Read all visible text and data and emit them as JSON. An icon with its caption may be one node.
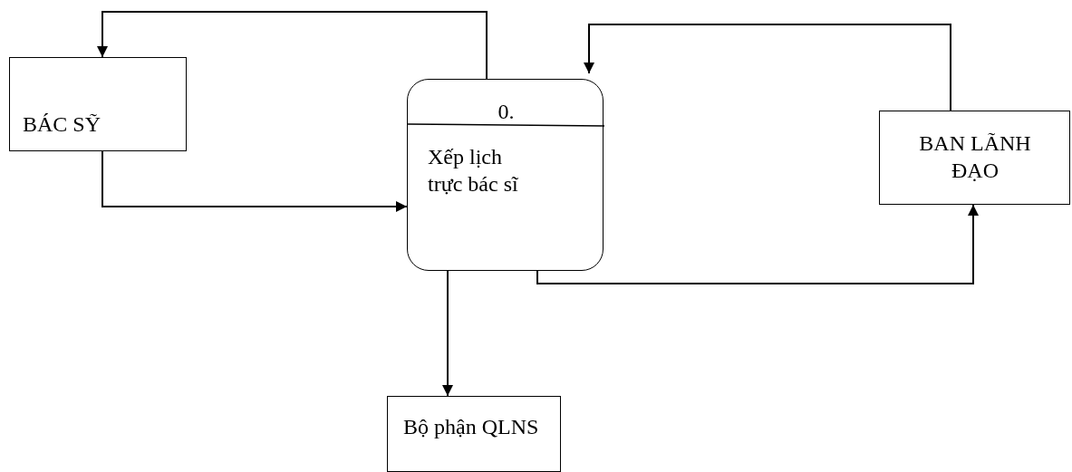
{
  "diagram": {
    "nodes": [
      {
        "text": [
          "BÁC SỸ"
        ]
      },
      {
        "text": [
          "0.",
          "Xếp lịch trực bác sĩ"
        ]
      },
      {
        "text": [
          "BAN LÃNH ĐẠO"
        ]
      },
      {
        "text": [
          "Bộ phận QLNS"
        ]
      }
    ],
    "edges": [
      {
        "from": 1,
        "to": 0,
        "arrow": "to"
      },
      {
        "from": 0,
        "to": 1,
        "arrow": "to"
      },
      {
        "from": 2,
        "to": 1,
        "arrow": "to"
      },
      {
        "from": 1,
        "to": 2,
        "arrow": "to"
      },
      {
        "from": 1,
        "to": 3,
        "arrow": "to"
      }
    ]
  }
}
